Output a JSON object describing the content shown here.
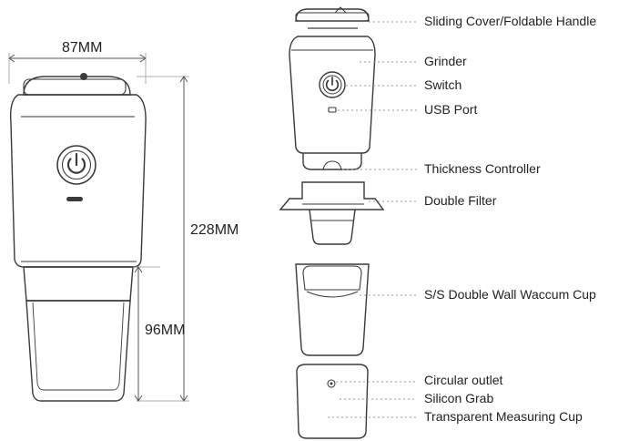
{
  "dimensions": {
    "width": "87MM",
    "height_total": "228MM",
    "height_cup": "96MM"
  },
  "parts": [
    "Sliding Cover/Foldable Handle",
    "Grinder",
    "Switch",
    "USB Port",
    "Thickness Controller",
    "Double Filter",
    "S/S Double Wall Waccum Cup",
    "Circular outlet",
    "Silicon Grab",
    "Transparent Measuring Cup"
  ],
  "colors": {
    "outline": "#3a3a3a",
    "leader": "#9a9a9a",
    "dim_line": "#555555"
  }
}
